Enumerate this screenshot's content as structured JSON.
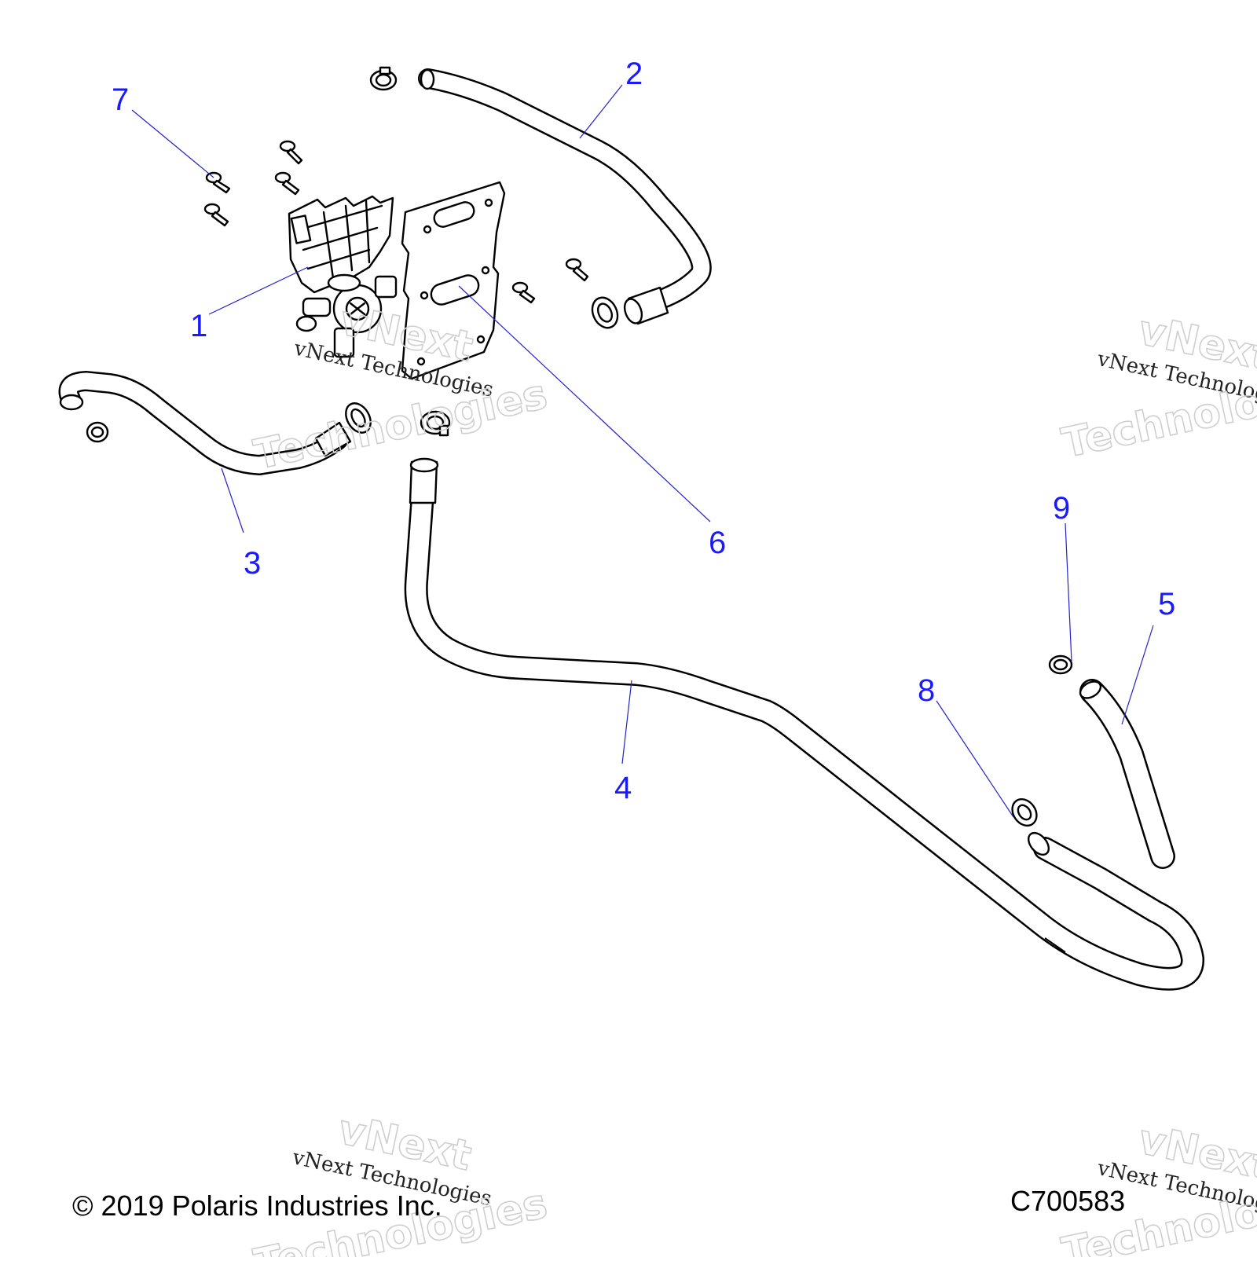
{
  "diagram": {
    "callouts": [
      {
        "id": "1",
        "label": "1"
      },
      {
        "id": "2",
        "label": "2"
      },
      {
        "id": "3",
        "label": "3"
      },
      {
        "id": "4",
        "label": "4"
      },
      {
        "id": "5",
        "label": "5"
      },
      {
        "id": "6",
        "label": "6"
      },
      {
        "id": "7",
        "label": "7"
      },
      {
        "id": "8",
        "label": "8"
      },
      {
        "id": "9",
        "label": "9"
      }
    ],
    "watermark": {
      "small": "vNext Technologies",
      "big_top": "vNext",
      "big_bottom": "Technologies"
    },
    "copyright": "© 2019 Polaris Industries Inc.",
    "figure_code": "C700583",
    "colors": {
      "callout": "#1a1aff",
      "leader": "#2222cc",
      "line": "#000000"
    }
  }
}
